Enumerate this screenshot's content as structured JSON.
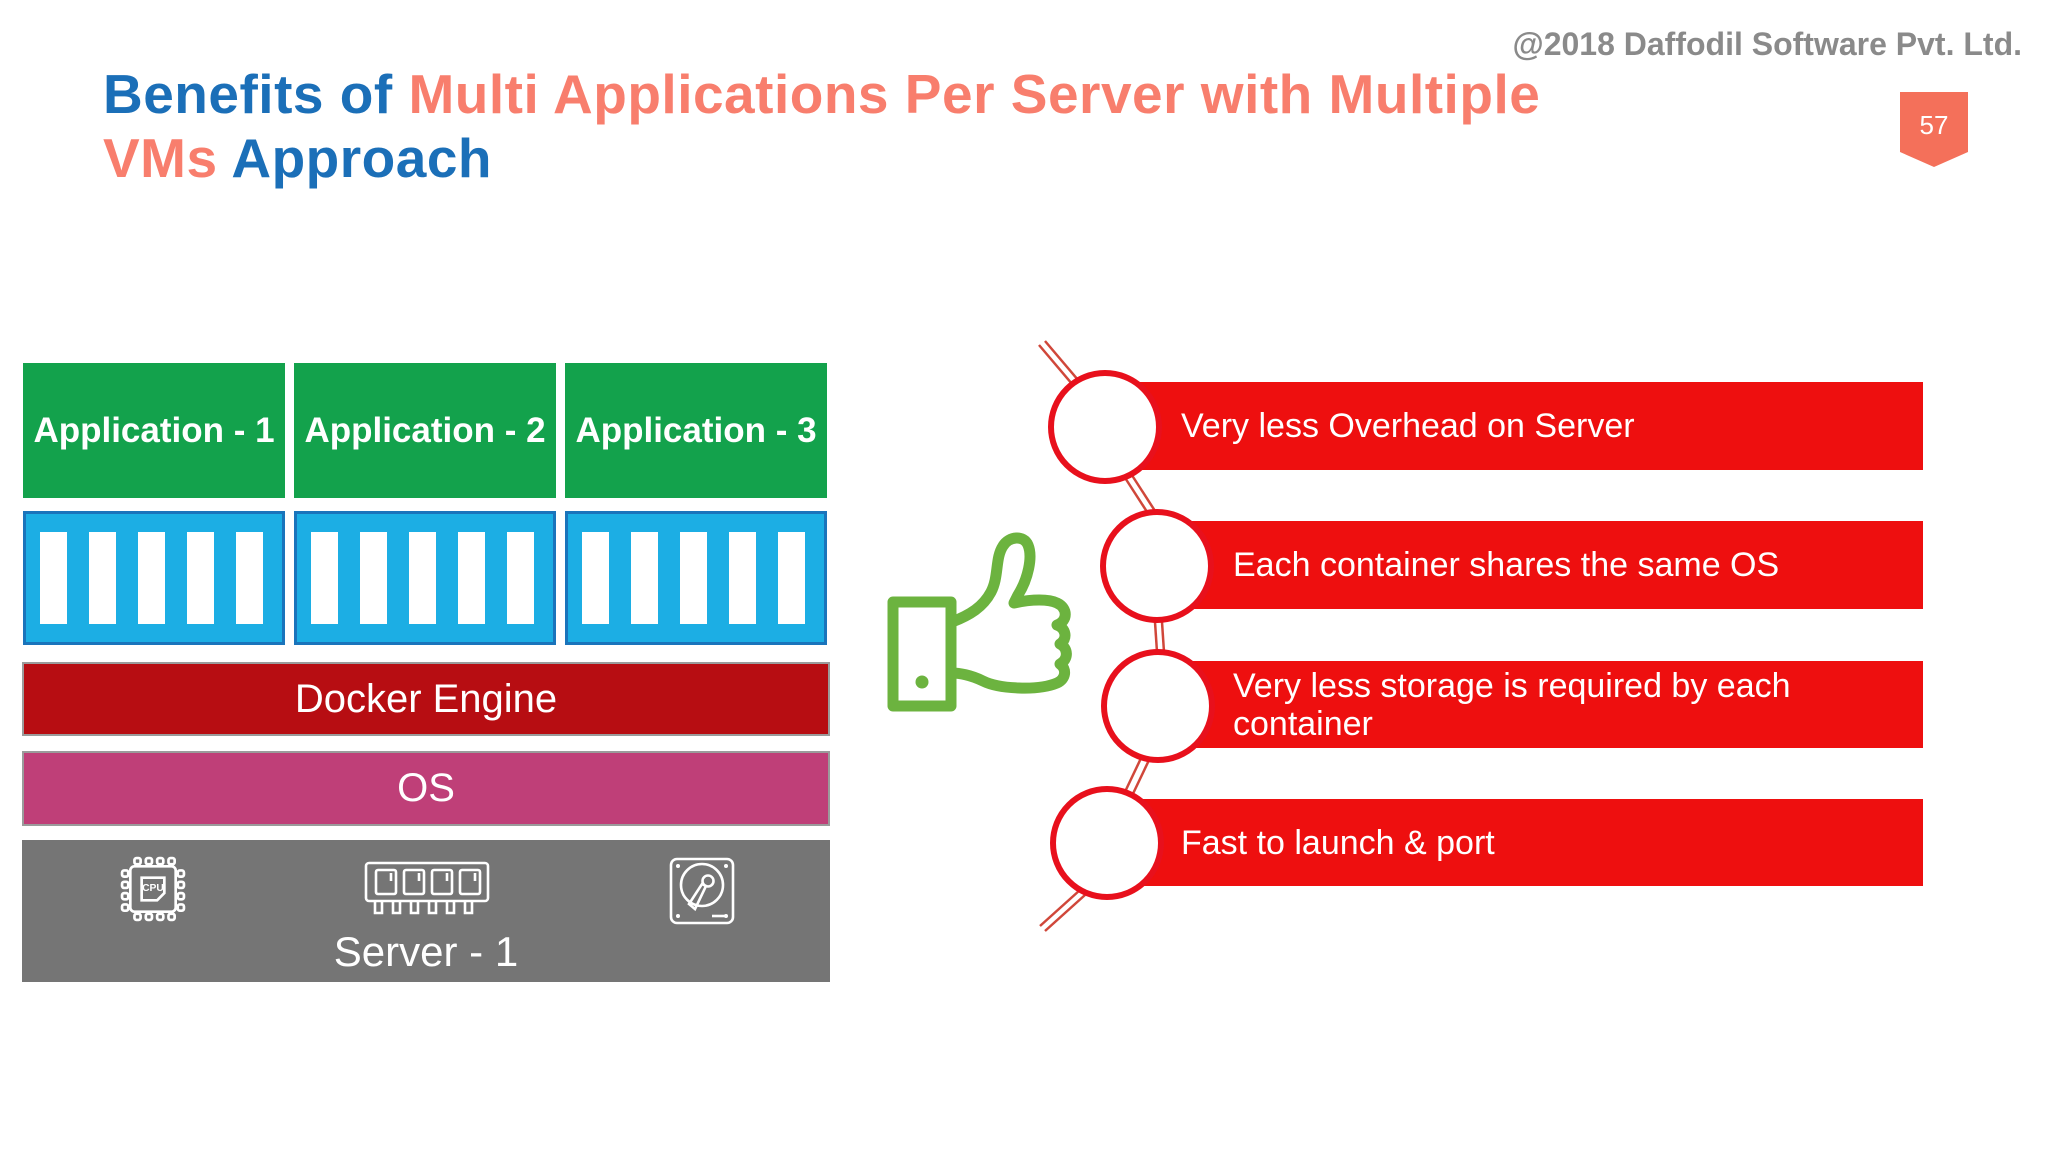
{
  "slide": {
    "copyright": "@2018 Daffodil Software Pvt. Ltd.",
    "page_number": "57",
    "title": {
      "line1_blue": "Benefits of",
      "line1_salmon": "Multi Applications Per Server with Multiple",
      "line2_salmon": "VMs",
      "line2_blue": "Approach"
    }
  },
  "left_stack": {
    "applications": [
      {
        "label": "Application - 1"
      },
      {
        "label": "Application - 2"
      },
      {
        "label": "Application - 3"
      }
    ],
    "container_rows": 3,
    "stripes_per_container": 5,
    "docker_label": "Docker Engine",
    "os_label": "OS",
    "server_label": "Server - 1",
    "cpu_chip_text": "CPU",
    "server_icons": [
      "cpu-icon",
      "ram-icon",
      "hdd-icon"
    ]
  },
  "benefits": [
    {
      "text": "Very less Overhead on Server"
    },
    {
      "text": "Each container shares the same OS"
    },
    {
      "text": "Very less storage is required by each container"
    },
    {
      "text": "Fast to launch & port"
    }
  ],
  "approval_icon": "thumbs-up-icon",
  "colors": {
    "title_blue": "#1B6FB8",
    "title_salmon": "#F87E6D",
    "copyright_gray": "#8A8A8A",
    "badge_coral": "#F4705A",
    "app_green": "#13A24C",
    "container_blue_fill": "#1CAEE4",
    "container_blue_border": "#1A74BB",
    "docker_red": "#B70D12",
    "os_magenta": "#BF3F78",
    "server_gray": "#757575",
    "banner_red": "#EE0F0F",
    "circle_border_red": "#E8101C",
    "connector_red": "#D0473A",
    "thumb_green": "#6CB33F"
  }
}
